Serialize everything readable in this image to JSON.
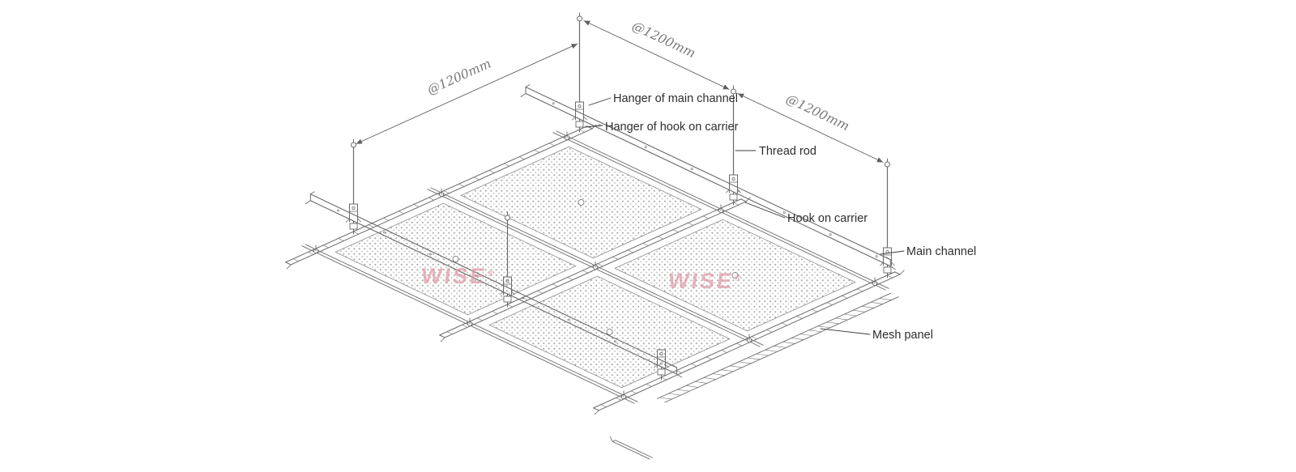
{
  "diagram": {
    "dimensions": {
      "main_channel_spacing": "@1200mm",
      "hanger_spacing_1": "@1200mm",
      "hanger_spacing_2": "@1200mm"
    },
    "labels": {
      "hanger_main_channel": "Hanger of main channel",
      "hanger_hook_on_carrier": "Hanger of hook on carrier",
      "thread_rod": "Thread rod",
      "hook_on_carrier": "Hook on carrier",
      "main_channel": "Main channel",
      "mesh_panel": "Mesh panel"
    },
    "watermark": {
      "text": "WISE",
      "registered": "®",
      "color": "#dd96a2"
    },
    "colors": {
      "line": "#6a6a6a",
      "label": "#2e2e2e",
      "dimension": "#787878"
    }
  }
}
